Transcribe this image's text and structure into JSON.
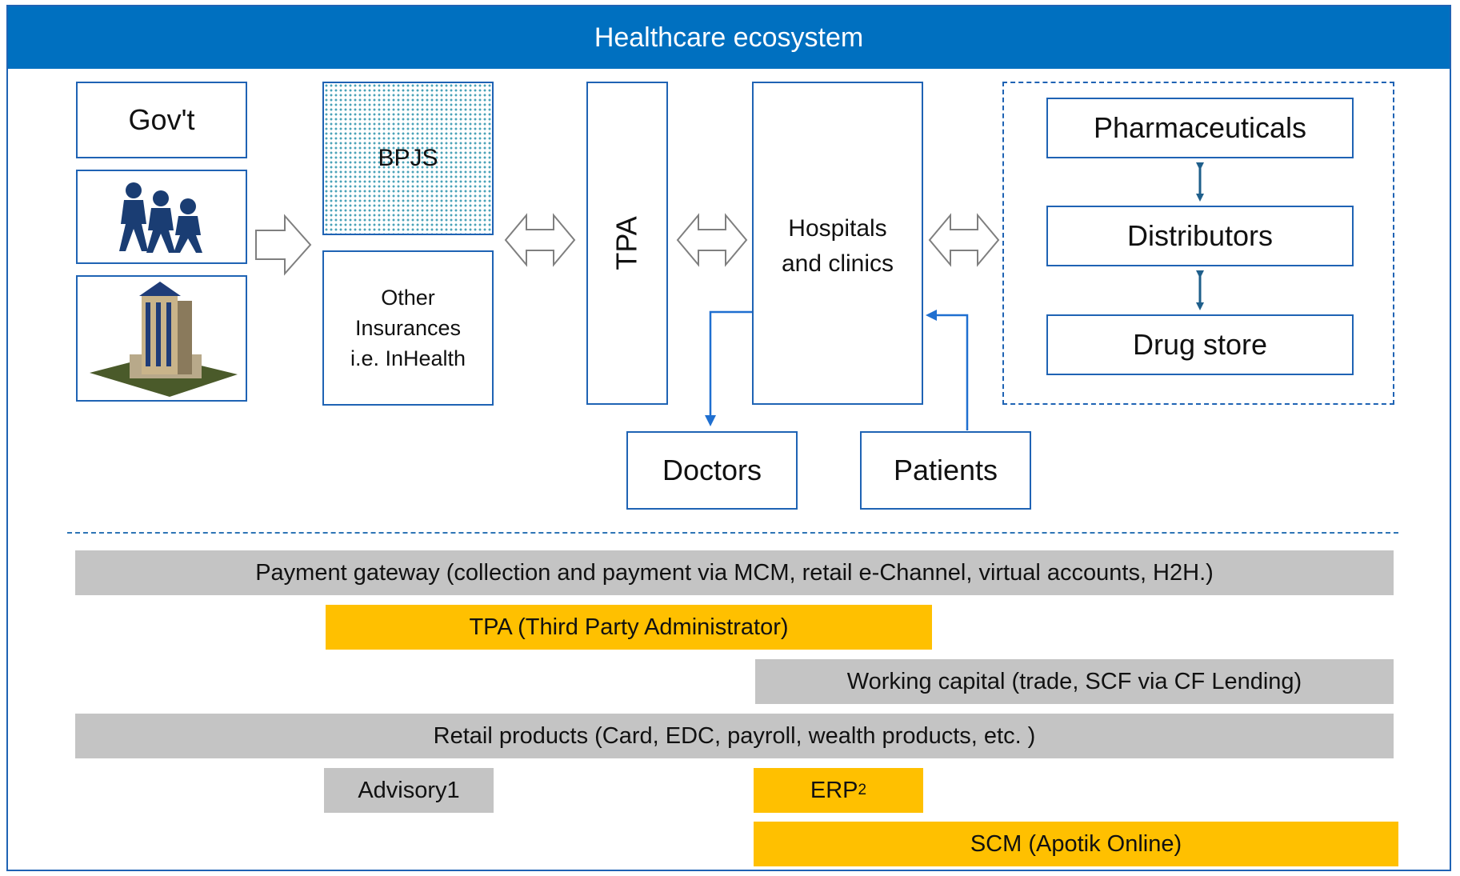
{
  "header": {
    "title": "Healthcare ecosystem"
  },
  "funders": {
    "govt_label": "Gov't"
  },
  "insurers": {
    "bpjs_label": "BPJS",
    "other_line1": "Other",
    "other_line2": "Insurances",
    "other_line3": "i.e. InHealth"
  },
  "tpa": {
    "label": "TPA"
  },
  "hospitals": {
    "line1": "Hospitals",
    "line2": "and clinics"
  },
  "supply_chain": {
    "pharma_label": "Pharmaceuticals",
    "distributors_label": "Distributors",
    "drugstore_label": "Drug store"
  },
  "providers": {
    "doctors_label": "Doctors",
    "patients_label": "Patients"
  },
  "products": {
    "payment_gateway": "Payment gateway (collection and payment  via MCM, retail e-Channel, virtual accounts, H2H.)",
    "tpa_admin": "TPA (Third Party Administrator)",
    "working_capital": "Working capital (trade, SCF via CF Lending)",
    "retail_products": "Retail products (Card, EDC, payroll, wealth products, etc. )",
    "advisory": "Advisory1",
    "erp": "ERP",
    "erp_sup": "2",
    "scm": "SCM (Apotik Online)"
  },
  "colors": {
    "header_bg": "#0070c0",
    "border": "#1f63b4",
    "bar_gray": "#c4c4c4",
    "bar_gold": "#ffc000"
  },
  "icons": [
    "people-group-icon",
    "office-building-icon",
    "block-arrow-right-icon",
    "double-arrow-icon"
  ]
}
